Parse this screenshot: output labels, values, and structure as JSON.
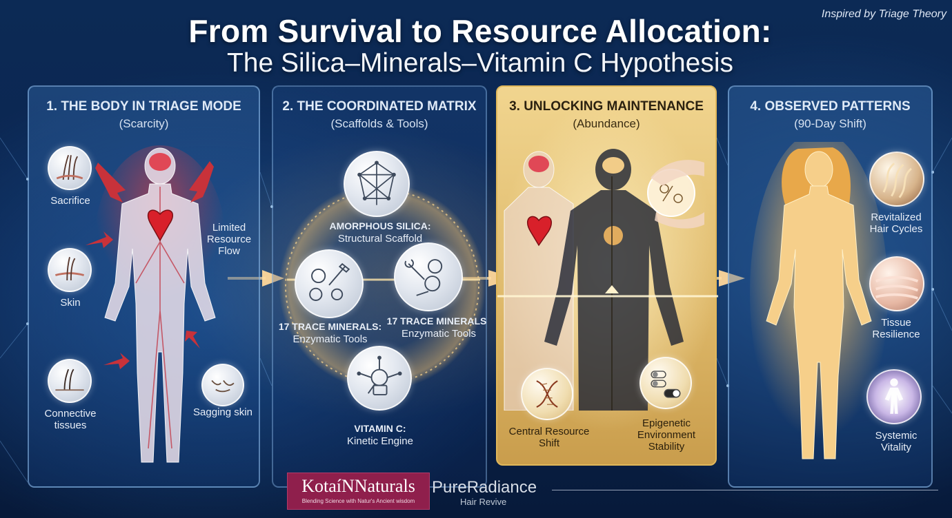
{
  "header": {
    "inspired": "Inspired by Triage Theory",
    "title": "From Survival to Resource Allocation:",
    "subtitle": "The Silica–Minerals–Vitamin C Hypothesis"
  },
  "panels": [
    {
      "title": "1. THE BODY IN TRIAGE MODE",
      "subtitle": "(Scarcity)",
      "items": [
        {
          "label": "Sacrifice",
          "icon": "hair-follicle-icon"
        },
        {
          "label": "Skin",
          "icon": "skin-follicle-icon"
        },
        {
          "label": "Connective tissues",
          "icon": "connective-tissue-icon"
        },
        {
          "label": "Sagging skin",
          "icon": "sagging-skin-icon"
        }
      ],
      "flow_label": "Limited Resource Flow"
    },
    {
      "title": "2. THE COORDINATED MATRIX",
      "subtitle": "(Scaffolds & Tools)",
      "silica": {
        "title": "AMORPHOUS SILICA:",
        "desc": "Structural Scaffold"
      },
      "minerals_left": {
        "title": "17 TRACE MINERALS:",
        "desc": "Enzymatic Tools"
      },
      "minerals_right": {
        "title": "17 TRACE MINERALS",
        "desc": "Enzymatic Tools"
      },
      "vitamin": {
        "title": "VITAMIN C:",
        "desc": "Kinetic Engine"
      }
    },
    {
      "title": "3. UNLOCKING MAINTENANCE",
      "subtitle": "(Abundance)",
      "left_item": "Central Resource Shift",
      "right_item": "Epigenetic Environment Stability"
    },
    {
      "title": "4. OBSERVED PATTERNS",
      "subtitle": "(90-Day Shift)",
      "items": [
        {
          "label": "Revitalized Hair Cycles",
          "icon": "hair-wave-icon"
        },
        {
          "label": "Tissue Resilience",
          "icon": "tissue-layers-icon"
        },
        {
          "label": "Systemic Vitality",
          "icon": "glowing-body-icon"
        }
      ]
    }
  ],
  "brand": {
    "left_name": "KotaíNNaturals",
    "left_tag": "Blending Science with Natur's Ancient wisdom",
    "right_name": "PureRadiance",
    "right_sub": "Hair Revive"
  },
  "colors": {
    "accent_gold": "#e0b75a",
    "heart_red": "#d8202a",
    "brand_magenta": "#8f1f4c"
  }
}
